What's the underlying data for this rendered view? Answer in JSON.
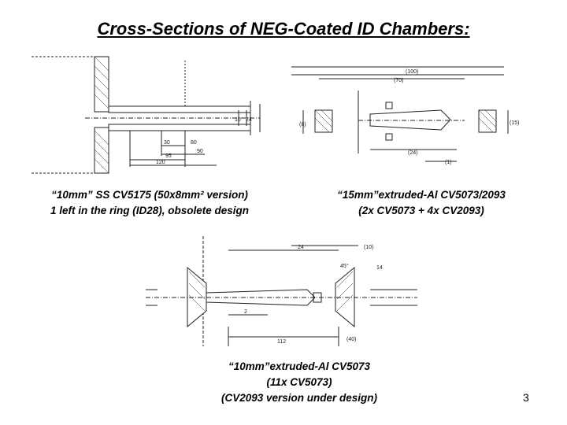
{
  "title": "Cross-Sections of NEG-Coated ID Chambers:",
  "captions": {
    "left": {
      "line1": "“10mm” SS CV5175 (50x8mm² version)",
      "line2": "1 left in the ring (ID28), obsolete design"
    },
    "right": {
      "line1": "“15mm”extruded-Al CV5073/2093",
      "line2": "(2x CV5073 + 4x CV2093)"
    },
    "bottom": {
      "line1": "“10mm”extruded-Al CV5073",
      "line2": "(11x CV5073)",
      "line3": "(CV2093 version under design)"
    }
  },
  "page_number": "3",
  "drawing_labels": {
    "left": {
      "d10": "10",
      "d24": "24",
      "d30": "30",
      "d80": "80",
      "d95": "95",
      "d90": "90",
      "d120": "120"
    },
    "right": {
      "d100": "(100)",
      "d70": "(70)",
      "d24": "(24)",
      "d8": "(8)",
      "d15": "(15)",
      "d1": "(1)"
    },
    "bottom": {
      "d24": "24",
      "d10": "(10)",
      "d112": "112",
      "d40": "(40)",
      "d45": "45°",
      "d2": "2",
      "d14": "14"
    }
  },
  "colors": {
    "line": "#222222",
    "text": "#000000",
    "background": "#ffffff"
  }
}
